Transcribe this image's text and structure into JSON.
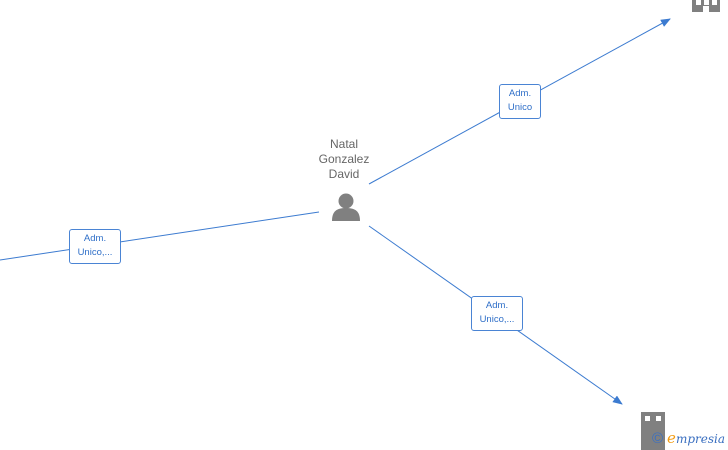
{
  "person": {
    "name_lines": [
      "Natal",
      "Gonzalez",
      "David"
    ],
    "icon": "person-icon"
  },
  "edges": [
    {
      "label_lines": [
        "Adm.",
        "Unico"
      ]
    },
    {
      "label_lines": [
        "Adm.",
        "Unico,..."
      ]
    },
    {
      "label_lines": [
        "Adm.",
        "Unico,..."
      ]
    }
  ],
  "companies": [
    {
      "icon": "building-icon"
    },
    {
      "icon": "building-icon"
    }
  ],
  "watermark": {
    "symbol": "©",
    "brand_initial": "e",
    "brand_rest": "mpresia"
  },
  "colors": {
    "edge": "#3c7bd0",
    "node_icon": "#808080",
    "label_border": "#4a84d4",
    "label_text": "#2f6fc8",
    "person_text": "#666666",
    "brand_accent": "#f39c12"
  }
}
